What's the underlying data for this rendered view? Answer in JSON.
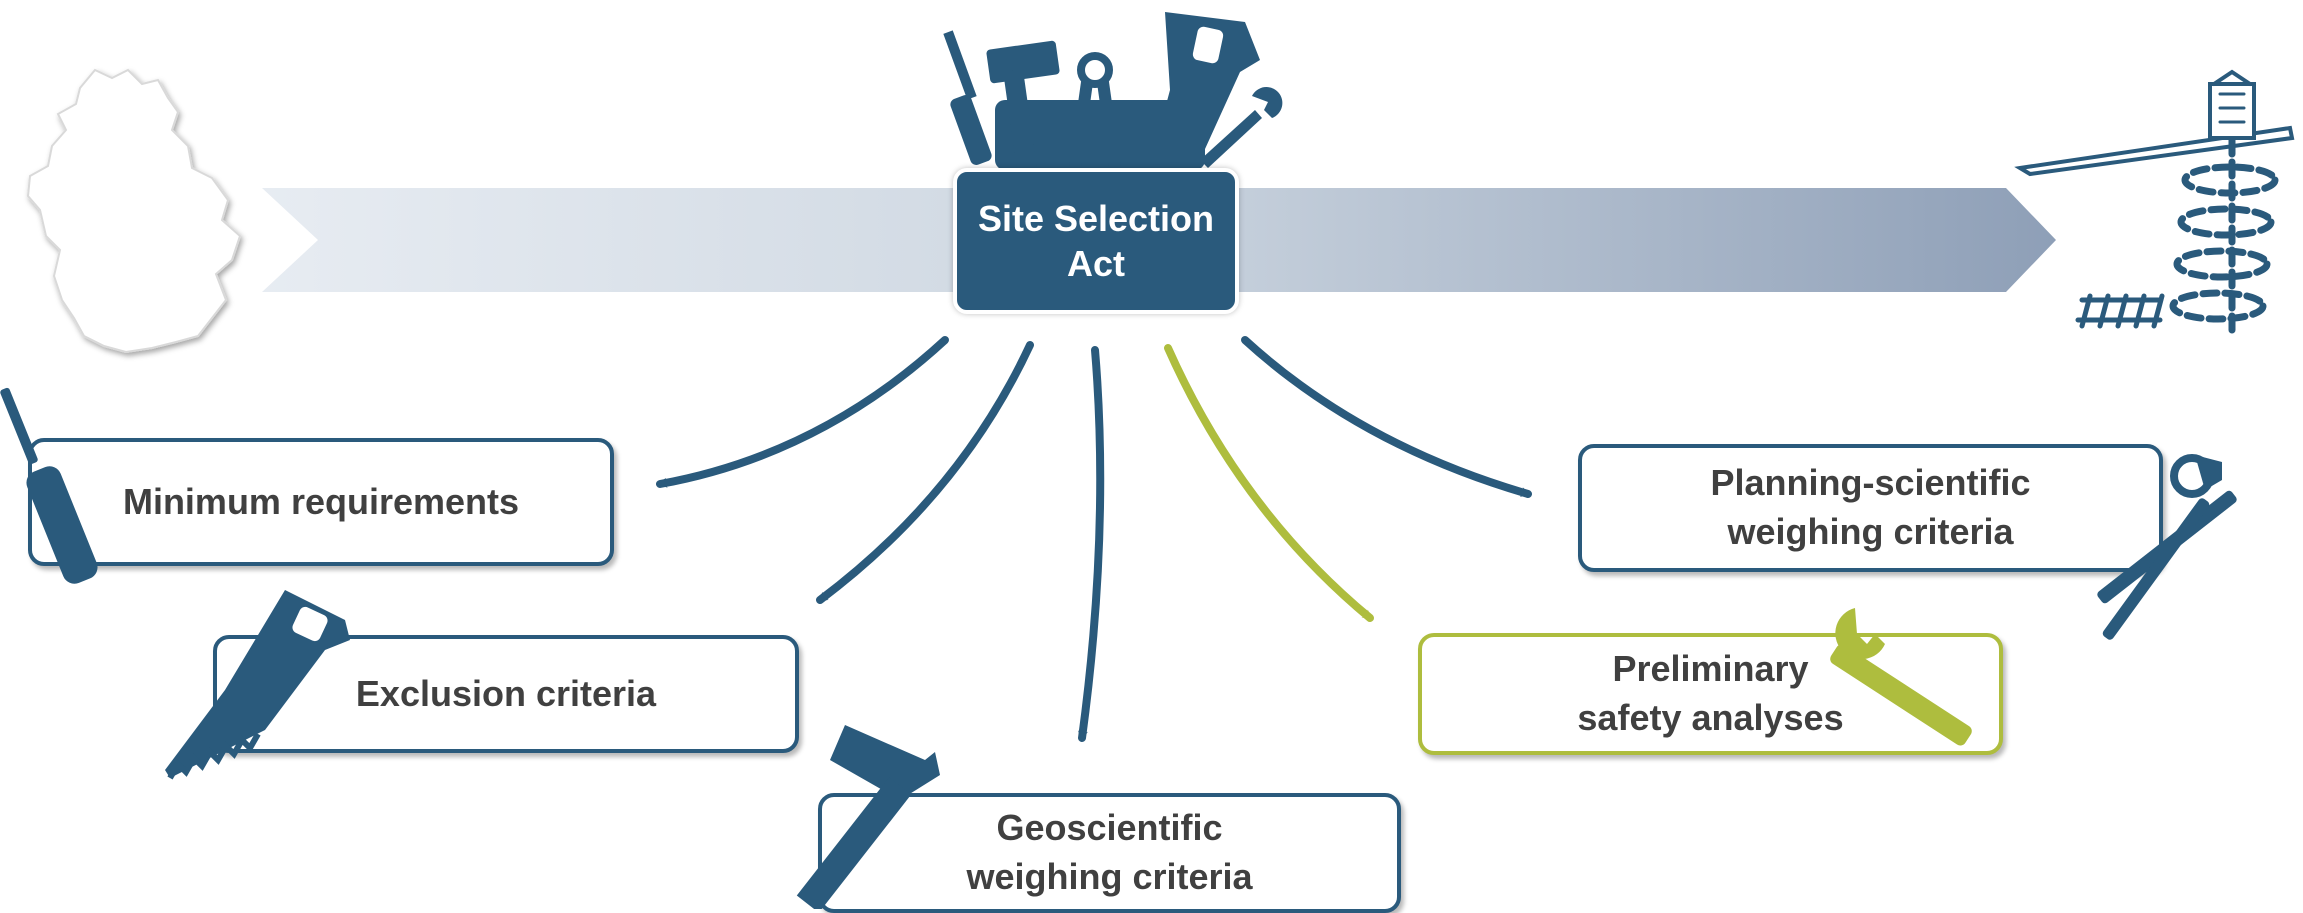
{
  "center": {
    "title": "Site Selection\nAct"
  },
  "boxes": {
    "minimum": "Minimum requirements",
    "exclusion": "Exclusion criteria",
    "geoscientific": "Geoscientific\nweighing criteria",
    "preliminary": "Preliminary\nsafety analyses",
    "planning": "Planning-scientific\nweighing criteria"
  },
  "colors": {
    "primary": "#2a5a7c",
    "accent_green": "#aebd3e",
    "arrow_light": "#e4e9ef",
    "arrow_dark": "#8e9fb7",
    "text": "#404040"
  },
  "icons": [
    "germany-map-icon",
    "toolbox-icon",
    "repository-icon",
    "screwdriver-icon",
    "saw-icon",
    "hammer-icon",
    "wrench-icon",
    "pliers-icon"
  ]
}
